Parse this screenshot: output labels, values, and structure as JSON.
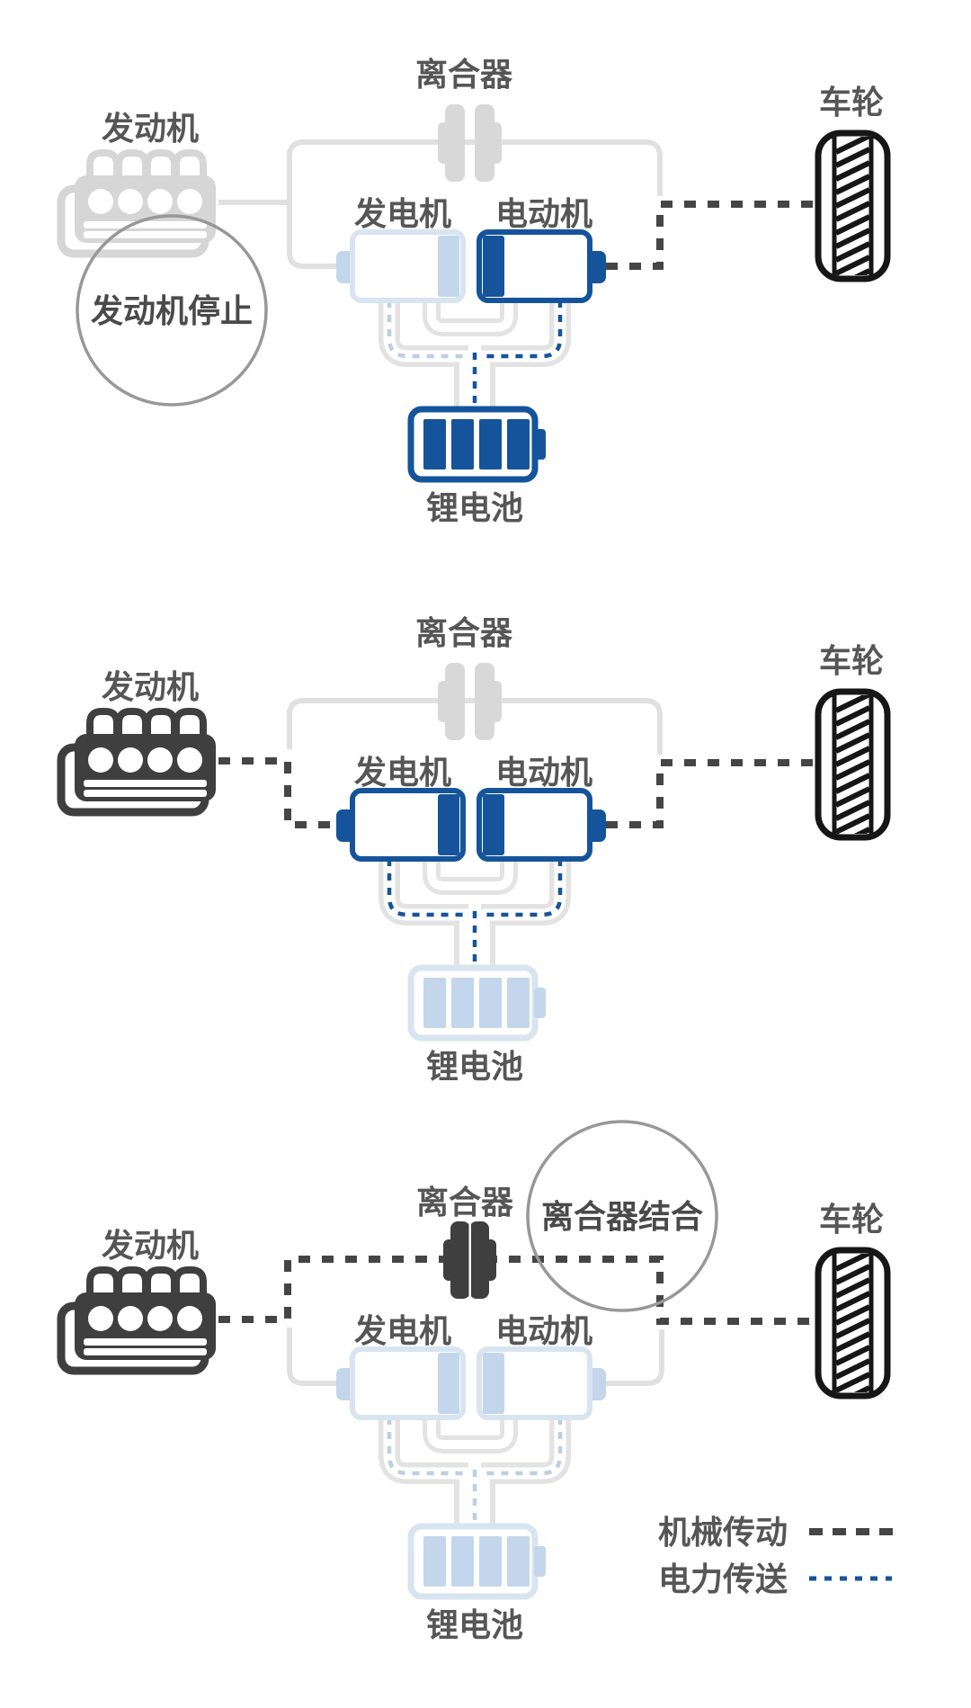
{
  "diagram_title": "hybrid-powertrain-modes",
  "colors": {
    "active_blue": "#15549b",
    "pale_blue_fill": "#c3d6ec",
    "pale_blue_border": "#d9e4f1",
    "pale_blue_dash": "#bccfe4",
    "mechanical_dash": "#454545",
    "inactive_line": "#e0e0e0",
    "tube_gray": "#e3e3e3",
    "clutch_gray": "#d8d8d8",
    "engine_gray": "#d6d6d6",
    "engine_dark": "#3f3f3f",
    "wheel_black": "#161616",
    "label_gray": "#565656",
    "callout_stroke": "#989898"
  },
  "legend": {
    "mechanical_label": "机械传动",
    "electric_label": "电力传送"
  },
  "panels": [
    {
      "id": "ev-mode",
      "labels": {
        "engine": "发动机",
        "clutch": "离合器",
        "generator": "发电机",
        "motor": "电动机",
        "wheel": "车轮",
        "battery": "锂电池"
      },
      "callout": {
        "text": "发动机停止"
      },
      "state": {
        "engine_on": false,
        "clutch_engaged": false,
        "generator_on": false,
        "motor_on": true,
        "battery_on": true,
        "mech_mode": "ev",
        "elec_left": "pale",
        "elec_right": "dark",
        "elec_stem": "dark"
      }
    },
    {
      "id": "series-mode",
      "labels": {
        "engine": "发动机",
        "clutch": "离合器",
        "generator": "发电机",
        "motor": "电动机",
        "wheel": "车轮",
        "battery": "锂电池"
      },
      "callout": null,
      "state": {
        "engine_on": true,
        "clutch_engaged": false,
        "generator_on": true,
        "motor_on": true,
        "battery_on": false,
        "mech_mode": "series",
        "elec_left": "dark",
        "elec_right": "dark",
        "elec_stem": "dark"
      }
    },
    {
      "id": "parallel-mode",
      "labels": {
        "engine": "发动机",
        "clutch": "离合器",
        "generator": "发电机",
        "motor": "电动机",
        "wheel": "车轮",
        "battery": "锂电池"
      },
      "callout": {
        "text": "离合器结合"
      },
      "state": {
        "engine_on": true,
        "clutch_engaged": true,
        "generator_on": false,
        "motor_on": false,
        "battery_on": false,
        "mech_mode": "parallel",
        "elec_left": "pale",
        "elec_right": "pale",
        "elec_stem": "pale"
      }
    }
  ]
}
